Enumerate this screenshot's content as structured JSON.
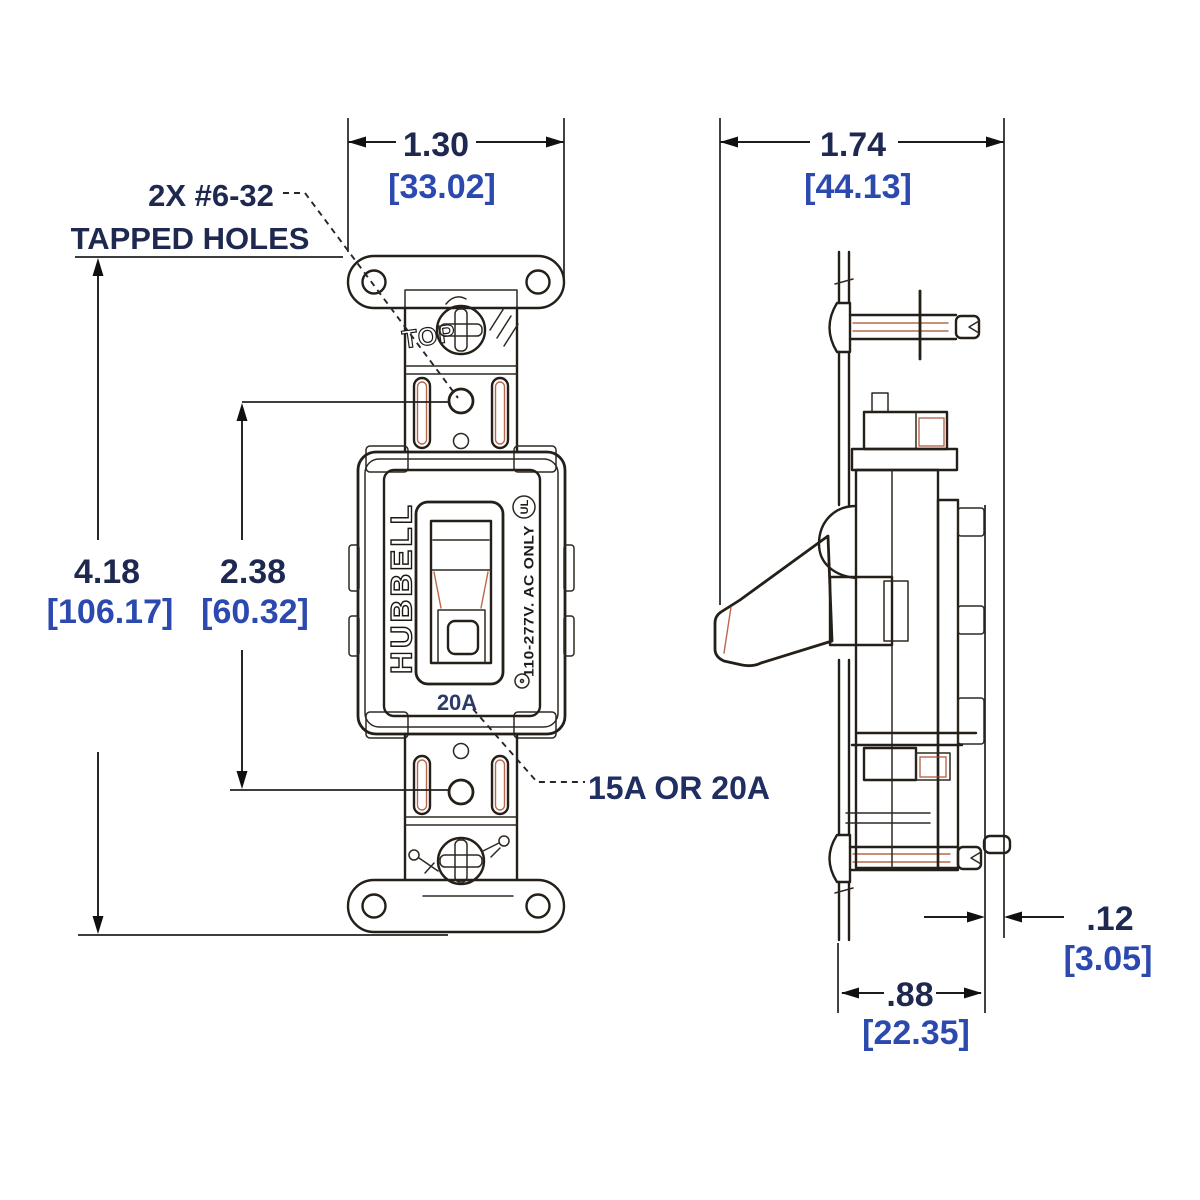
{
  "front_view": {
    "width_in": "1.30",
    "width_mm": "[33.02]",
    "height_in": "4.18",
    "height_mm": "[106.17]",
    "hole_spacing_in": "2.38",
    "hole_spacing_mm": "[60.32]",
    "tapped_holes_label_line1": "2X #6-32",
    "tapped_holes_label_line2": "TAPPED HOLES",
    "rating_label": "15A OR 20A",
    "brand_marking": "HUBBELL",
    "orientation_marking": "TOP",
    "rating_marking": "20A",
    "voltage_marking": "110-277V. AC ONLY",
    "ul_marking": "UL"
  },
  "side_view": {
    "depth_in": "1.74",
    "depth_mm": "[44.13]",
    "strap_offset_in": ".12",
    "strap_offset_mm": "[3.05]",
    "body_depth_in": ".88",
    "body_depth_mm": "[22.35]"
  }
}
